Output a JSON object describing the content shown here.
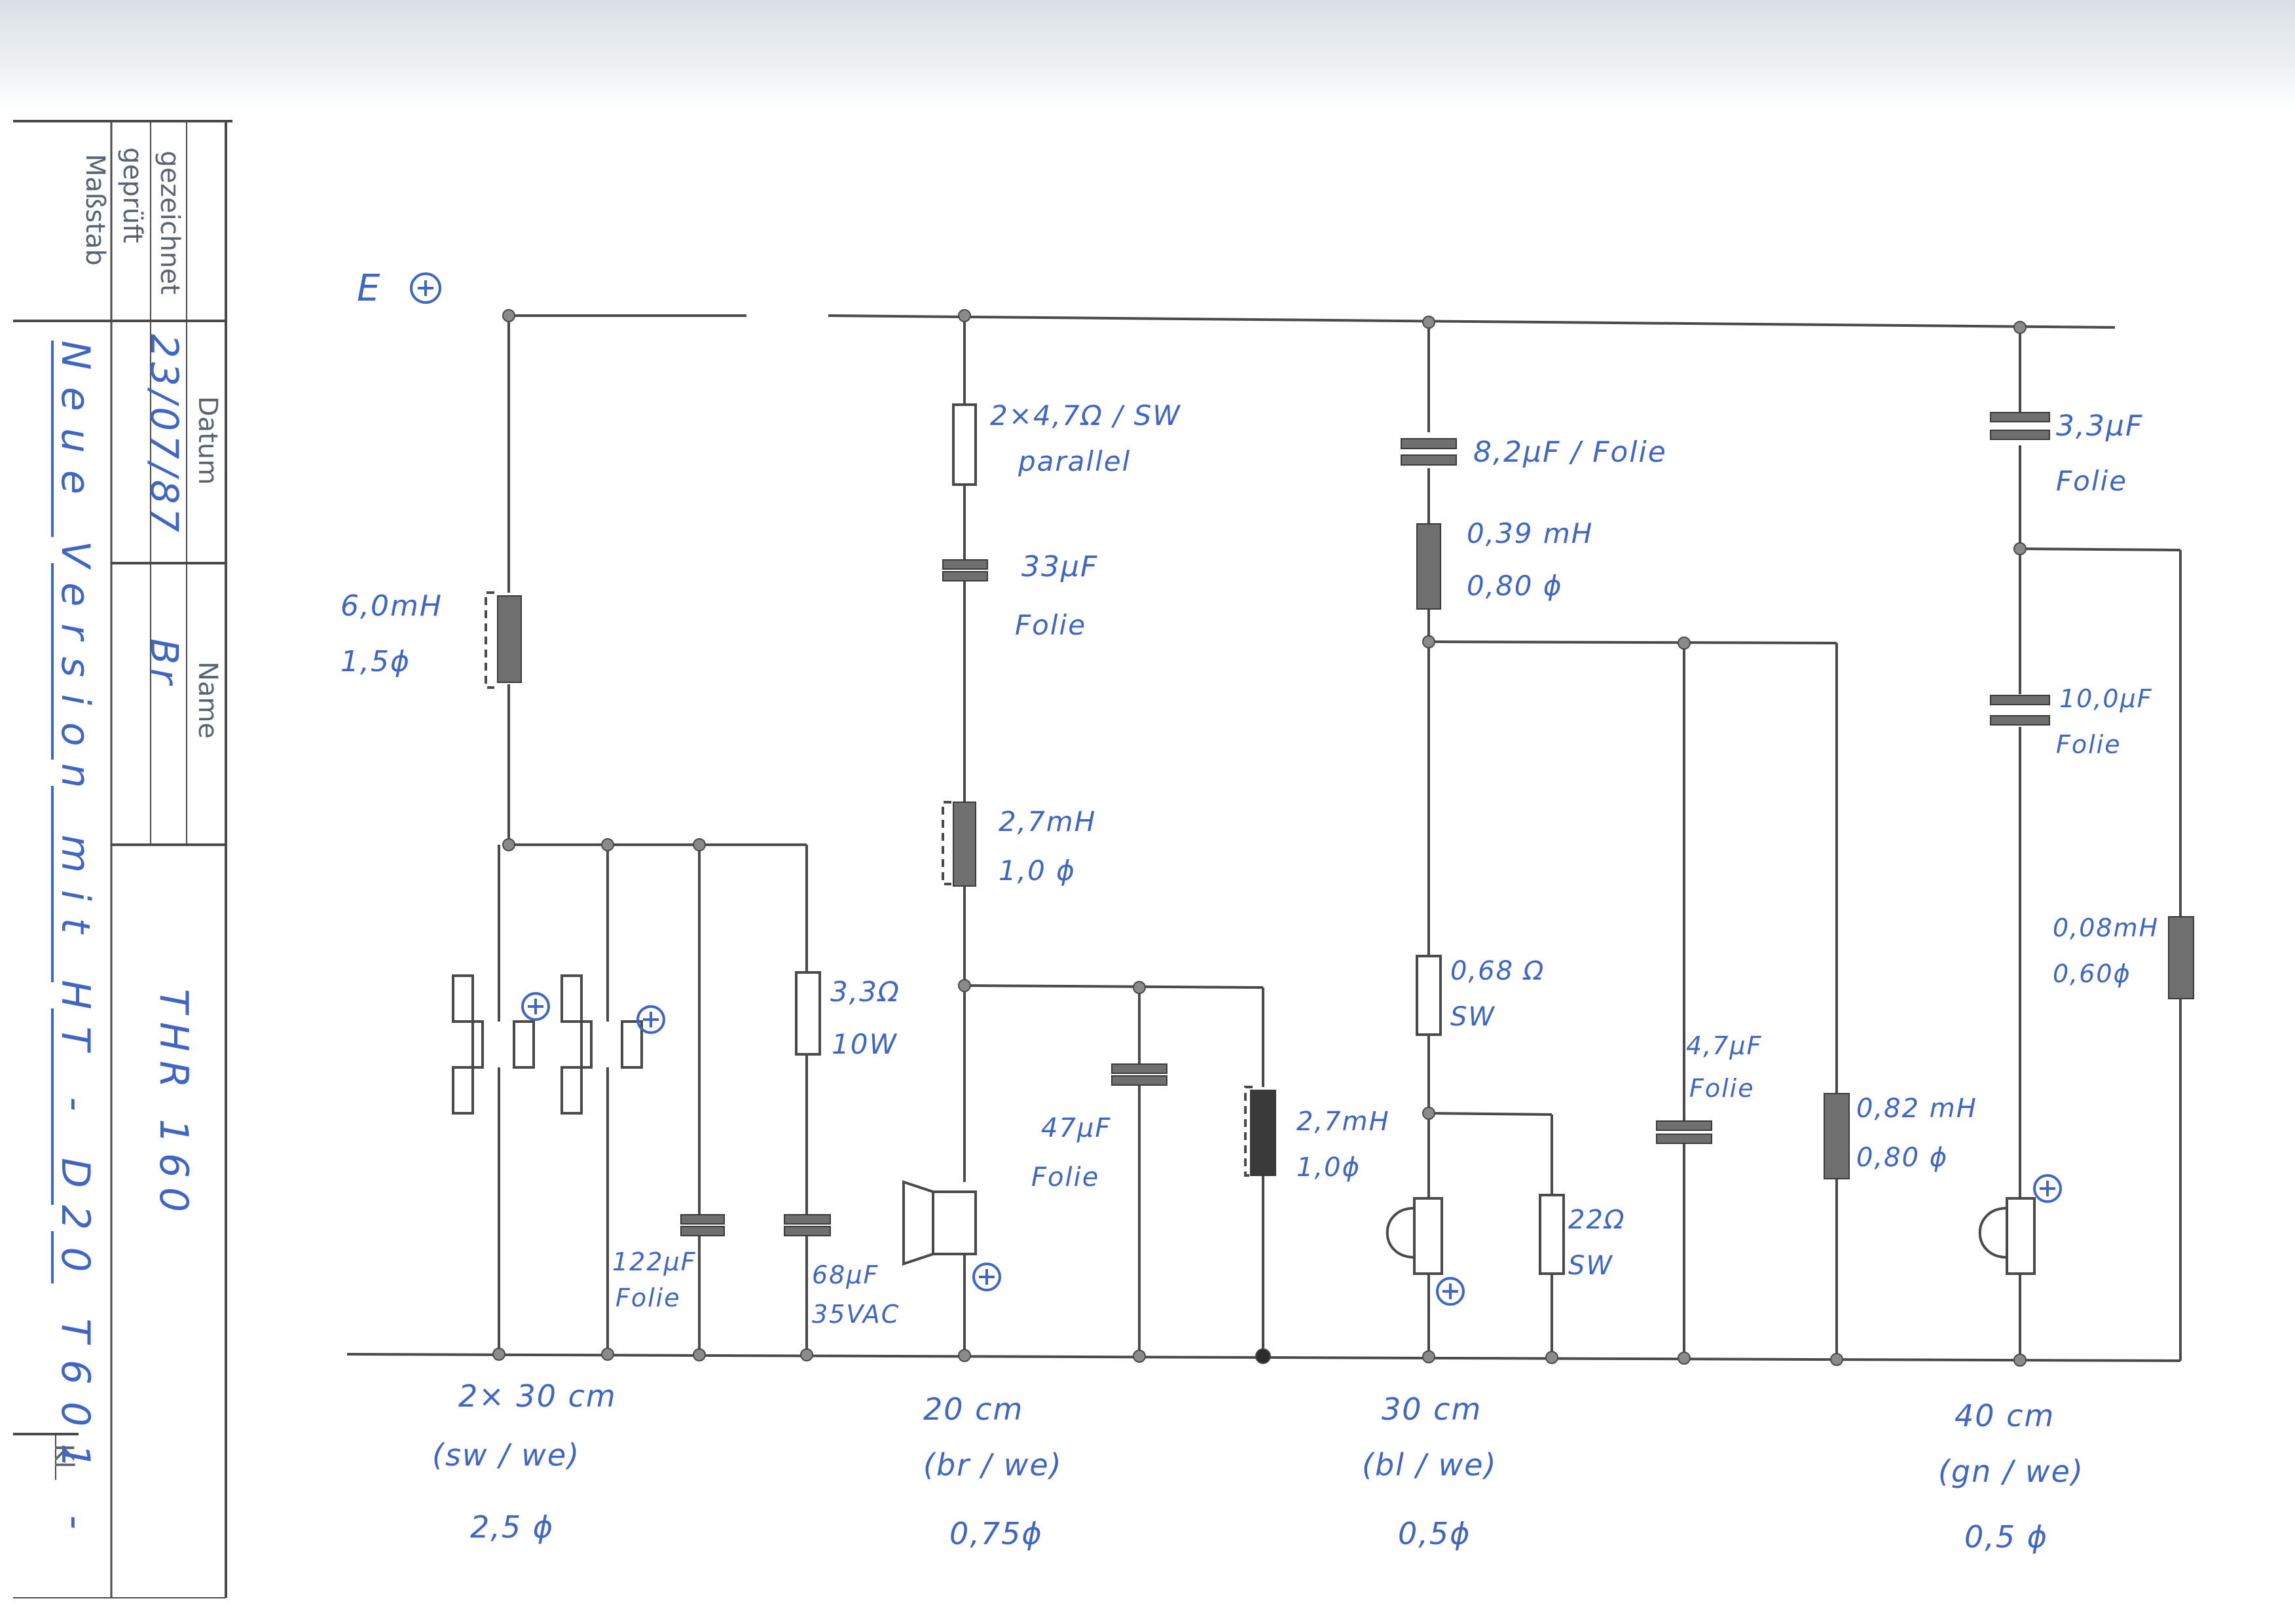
{
  "title_block": {
    "fields": {
      "massstab": "Maßstab",
      "geprueft": "geprüft",
      "gezeichnet": "gezeichnet",
      "datum": "Datum",
      "name": "Name",
      "kl": "Kl"
    },
    "values": {
      "datum_value": "23/07/87",
      "name_value": "Br",
      "description": "Neue Version mit HT - D20 T601 -",
      "model": "THR 160"
    }
  },
  "input_label": "E",
  "branches": [
    {
      "id": "bass",
      "components": {
        "inductor": [
          "6,0mH",
          "1,5ϕ"
        ],
        "resistor": [
          "3,3Ω",
          "10W"
        ],
        "cap1": [
          "122μF",
          "Folie"
        ],
        "cap2": [
          "68μF",
          "35VAC"
        ]
      },
      "cable": [
        "2× 30 cm",
        "(sw / we)",
        "2,5 ϕ"
      ]
    },
    {
      "id": "mid",
      "components": {
        "resistor": [
          "2×4,7Ω / SW",
          "parallel"
        ],
        "cap": [
          "33μF",
          "Folie"
        ],
        "inductor": [
          "2,7mH",
          "1,0 ϕ"
        ],
        "cap_shunt": [
          "47μF",
          "Folie"
        ],
        "inductor_shunt": [
          "2,7mH",
          "1,0ϕ"
        ]
      },
      "cable": [
        "20 cm",
        "(br / we)",
        "0,75ϕ"
      ]
    },
    {
      "id": "upper_mid",
      "components": {
        "cap": [
          "8,2μF / Folie"
        ],
        "inductor": [
          "0,39 mH",
          "0,80 ϕ"
        ],
        "resistor1": [
          "0,68 Ω",
          "SW"
        ],
        "resistor2": [
          "22Ω",
          "SW"
        ],
        "cap_shunt": [
          "4,7μF",
          "Folie"
        ],
        "inductor_shunt": [
          "0,82 mH",
          "0,80 ϕ"
        ]
      },
      "cable": [
        "30 cm",
        "(bl / we)",
        "0,5ϕ"
      ]
    },
    {
      "id": "tweeter",
      "components": {
        "cap1": [
          "3,3μF",
          "Folie"
        ],
        "cap2": [
          "10,0μF",
          "Folie"
        ],
        "inductor": [
          "0,08mH",
          "0,60ϕ"
        ]
      },
      "cable": [
        "40 cm",
        "(gn / we)",
        "0,5 ϕ"
      ]
    }
  ],
  "colors": {
    "ink": "#3f66c4",
    "pencil": "#4a4a4a",
    "component_fill": "#6f6f6f"
  }
}
